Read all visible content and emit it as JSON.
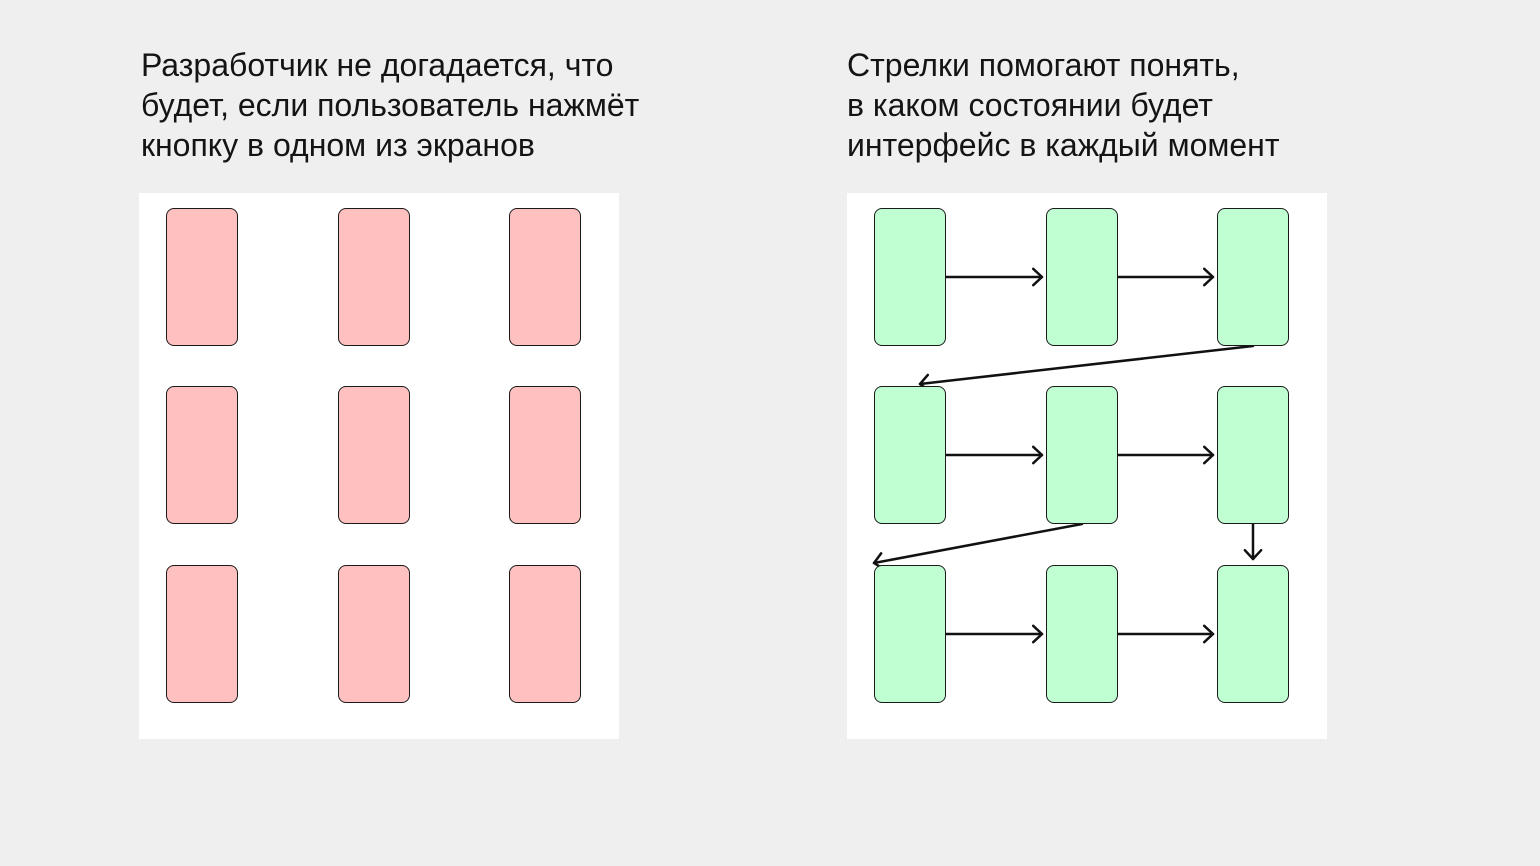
{
  "colors": {
    "background": "#efefef",
    "panel": "#ffffff",
    "bad_screen": "#ffc0c0",
    "good_screen": "#c0ffd2",
    "stroke": "#111111"
  },
  "left": {
    "caption": "Разработчик не догадается, что\nбудет, если пользователь нажмёт\nкнопку в одном из экранов",
    "screen_count": 9
  },
  "right": {
    "caption": "Стрелки помогают понять,\nв каком состоянии будет\nинтерфейс в каждый момент",
    "screen_count": 9,
    "transitions": [
      {
        "from": [
          0,
          0
        ],
        "to": [
          0,
          1
        ]
      },
      {
        "from": [
          0,
          1
        ],
        "to": [
          0,
          2
        ]
      },
      {
        "from": [
          0,
          2
        ],
        "to": [
          1,
          0
        ]
      },
      {
        "from": [
          1,
          0
        ],
        "to": [
          1,
          1
        ]
      },
      {
        "from": [
          1,
          1
        ],
        "to": [
          1,
          2
        ]
      },
      {
        "from": [
          1,
          1
        ],
        "to": [
          2,
          0
        ]
      },
      {
        "from": [
          1,
          2
        ],
        "to": [
          2,
          2
        ]
      },
      {
        "from": [
          2,
          0
        ],
        "to": [
          2,
          1
        ]
      },
      {
        "from": [
          2,
          1
        ],
        "to": [
          2,
          2
        ]
      }
    ]
  }
}
